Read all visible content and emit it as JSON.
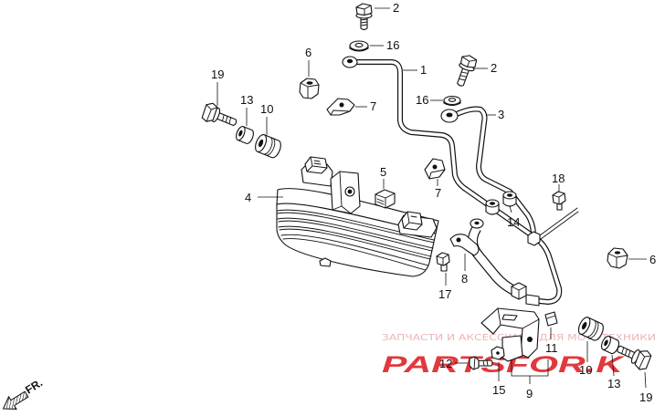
{
  "callouts": [
    "2",
    "16",
    "1",
    "2",
    "6",
    "7",
    "19",
    "13",
    "10",
    "16",
    "3",
    "5",
    "4",
    "7",
    "18",
    "14",
    "6",
    "8",
    "17",
    "11",
    "12",
    "10",
    "13",
    "19",
    "15",
    "9"
  ],
  "direction_label": "FR.",
  "watermark": {
    "text": "ЗАПЧАСТИ И АКСЕССУАРЫ ДЛЯ МОТОТЕХНИКИ",
    "logo": "PARTSFOR.K"
  },
  "colors": {
    "line": "#111111",
    "background": "#ffffff",
    "watermark_text": "#efb4b4",
    "watermark_logo": "#e2383c"
  }
}
